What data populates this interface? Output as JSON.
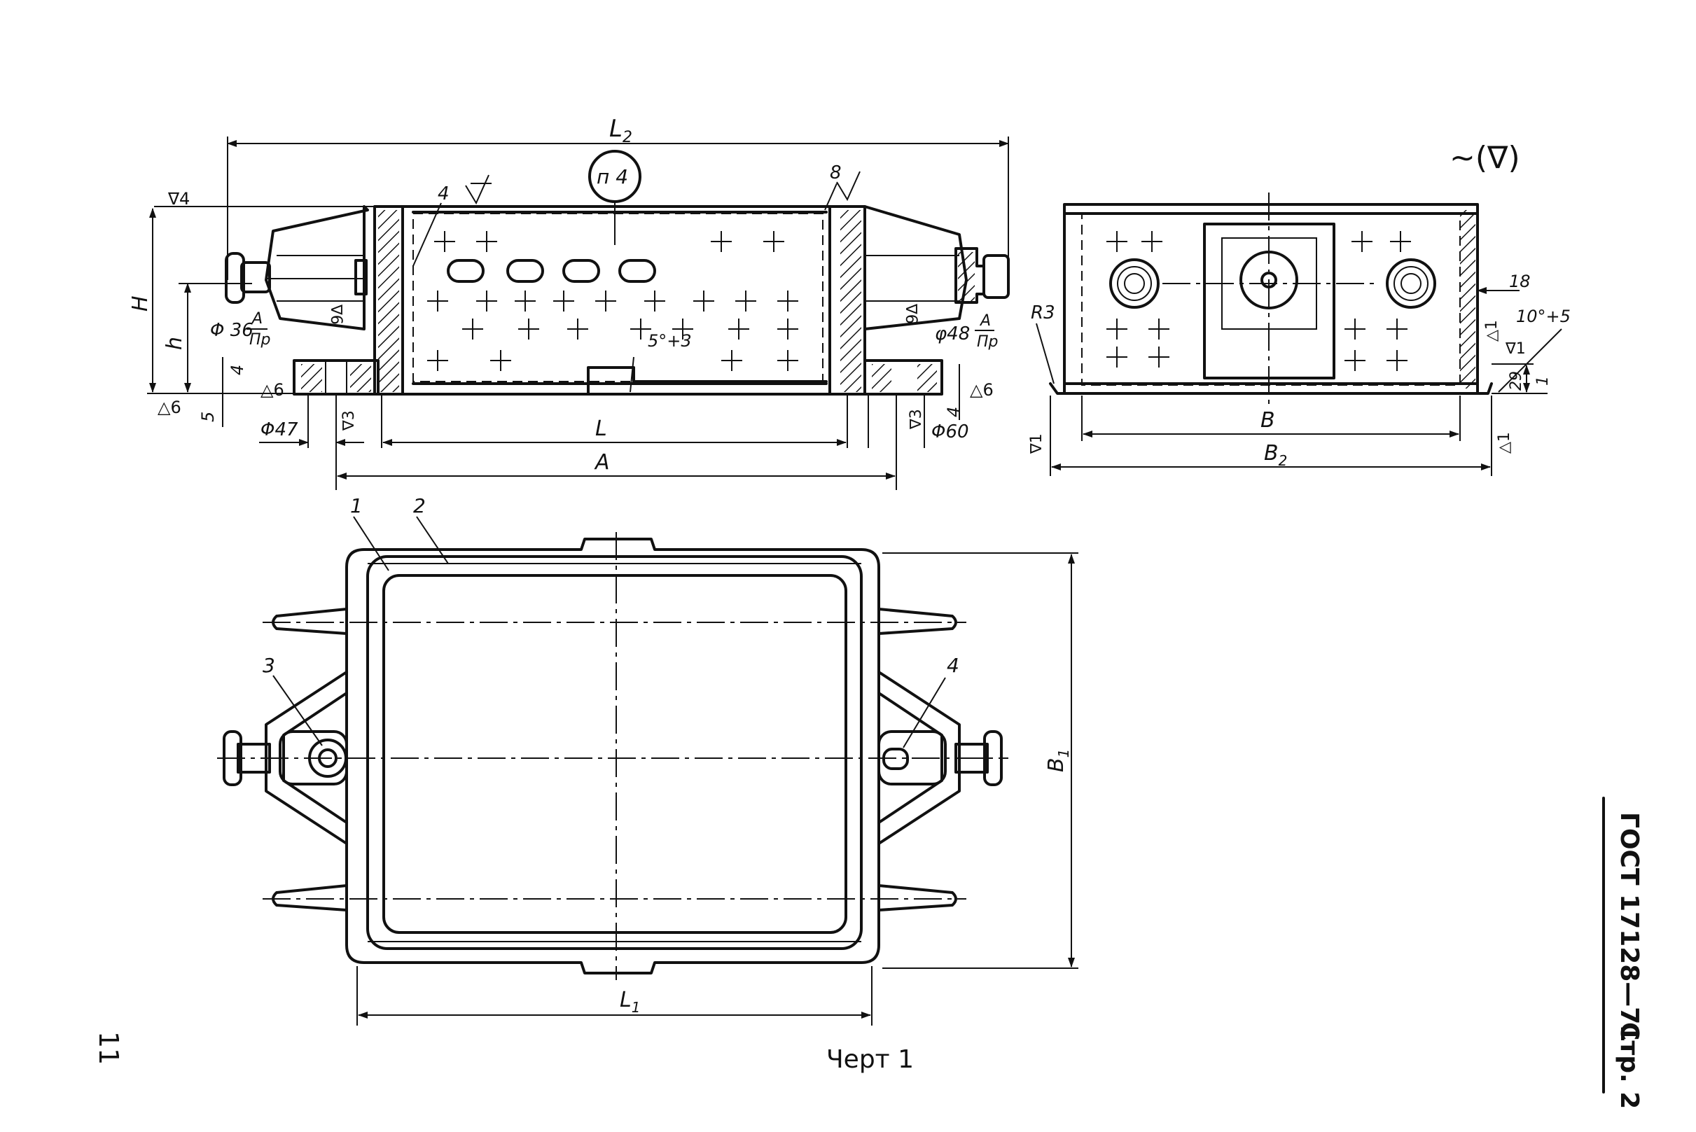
{
  "page_number": "11",
  "caption": "Черт 1",
  "stamp": {
    "standard": "ГОСТ 17128—71",
    "page": "Стр. 2"
  },
  "surface_symbol": "∼(∇)",
  "callouts": [
    "1",
    "2",
    "3",
    "4",
    "8"
  ],
  "top_view": {
    "L2": "L",
    "L2_sub": "2",
    "circle_label": "п 4",
    "H": "H",
    "h": "h",
    "roughness_top": "∇4",
    "roughness_bottom": "△6",
    "dim_4": "4",
    "dim_5": "5",
    "dia_36": "Φ 36",
    "A_left": "A",
    "pr_left": "Пр",
    "rough_v6_left": "∇6",
    "tri6_left": "△6",
    "dia_47": "Φ47",
    "v3_left": "∇3",
    "angle": "5°+3",
    "L": "L",
    "A": "A",
    "v6_right": "∇6",
    "dia_48": "φ48",
    "A_right": "A",
    "pr_right": "Пр",
    "v3_right": "∇3",
    "dim_4_right": "4",
    "tri6_right": "△6",
    "dia_60": "Φ60"
  },
  "side_view": {
    "R3": "R3",
    "dim_18": "18",
    "angle": "10°+5",
    "v1_a": "∇1",
    "tri1_a": "△1",
    "dim_29": "29",
    "dim_1": "1",
    "B": "B",
    "B2": "B",
    "B2_sub": "2",
    "v1_left": "∇1",
    "tri1_right": "△1"
  },
  "plan_view": {
    "B1": "B",
    "B1_sub": "1",
    "L1": "L",
    "L1_sub": "1"
  }
}
